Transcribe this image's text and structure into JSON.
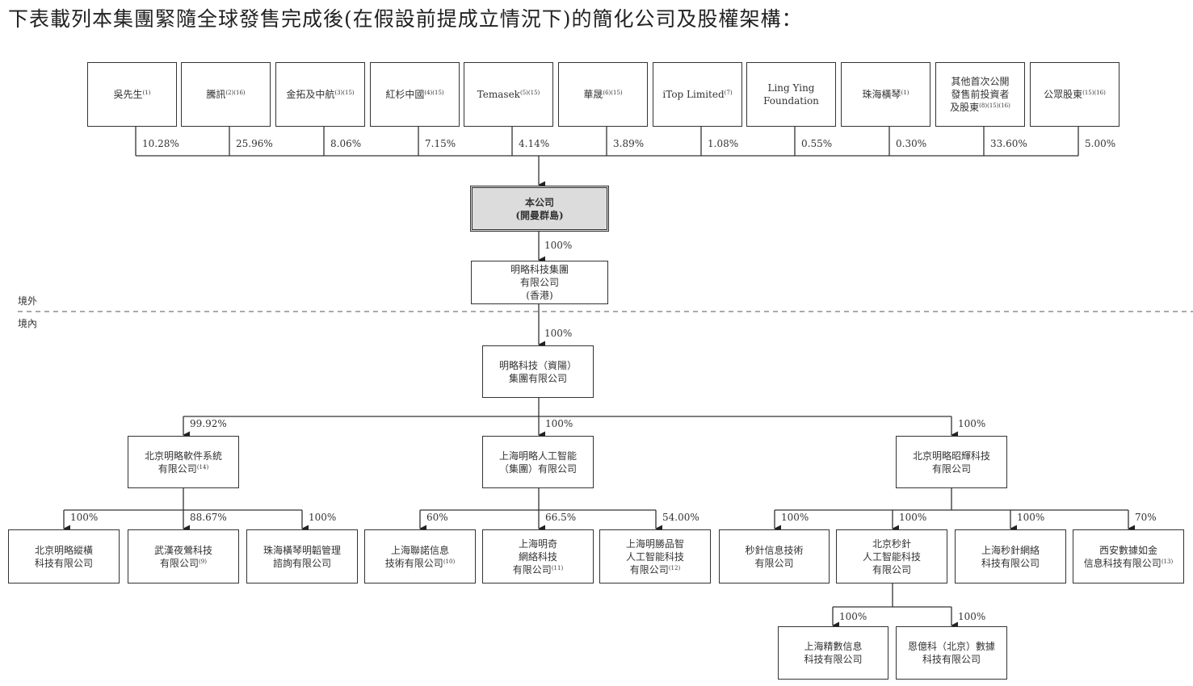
{
  "title": "下表載列本集團緊隨全球發售完成後(在假設前提成立情況下)的簡化公司及股權架構：",
  "zones": {
    "offshore": "境外",
    "onshore": "境內"
  },
  "shareholders": [
    {
      "name": "吳先生",
      "notes": "(1)",
      "pct": "10.28%"
    },
    {
      "name": "騰訊",
      "notes": "(2)(16)",
      "pct": "25.96%"
    },
    {
      "name": "金拓及中航",
      "notes": "(3)(15)",
      "pct": "8.06%"
    },
    {
      "name": "紅杉中國",
      "notes": "(4)(15)",
      "pct": "7.15%"
    },
    {
      "name": "Temasek",
      "notes": "(5)(15)",
      "pct": "4.14%"
    },
    {
      "name": "華晟",
      "notes": "(6)(15)",
      "pct": "3.89%"
    },
    {
      "name": "iTop Limited",
      "notes": "(7)",
      "pct": "1.08%"
    },
    {
      "name": "Ling Ying\nFoundation",
      "notes": "",
      "pct": "0.55%"
    },
    {
      "name": "珠海橫琴",
      "notes": "(1)",
      "pct": "0.30%"
    },
    {
      "name": "其他首次公開\n發售前投資者\n及股東",
      "notes": "(8)(15)(16)",
      "pct": "33.60%"
    },
    {
      "name": "公眾股東",
      "notes": "(15)(16)",
      "pct": "5.00%"
    }
  ],
  "company": {
    "name": "本公司\n(開曼群島)"
  },
  "hk": {
    "name": "明略科技集團\n有限公司\n(香港)",
    "pct": "100%"
  },
  "ziyang": {
    "name": "明略科技（資陽）\n集團有限公司",
    "pct": "100%"
  },
  "level3": [
    {
      "name": "北京明略軟件系統\n有限公司",
      "notes": "(14)",
      "pct": "99.92%"
    },
    {
      "name": "上海明略人工智能\n（集團）有限公司",
      "notes": "",
      "pct": "100%"
    },
    {
      "name": "北京明略昭輝科技\n有限公司",
      "notes": "",
      "pct": "100%"
    }
  ],
  "level4": [
    {
      "name": "北京明略縱橫\n科技有限公司",
      "notes": "",
      "pct": "100%"
    },
    {
      "name": "武漢夜鶯科技\n有限公司",
      "notes": "(9)",
      "pct": "88.67%"
    },
    {
      "name": "珠海橫琴明韜管理\n諮詢有限公司",
      "notes": "",
      "pct": "100%"
    },
    {
      "name": "上海聯諾信息\n技術有限公司",
      "notes": "(10)",
      "pct": "60%"
    },
    {
      "name": "上海明奇\n網絡科技\n有限公司",
      "notes": "(11)",
      "pct": "66.5%"
    },
    {
      "name": "上海明勝品智\n人工智能科技\n有限公司",
      "notes": "(12)",
      "pct": "54.00%"
    },
    {
      "name": "秒針信息技術\n有限公司",
      "notes": "",
      "pct": "100%"
    },
    {
      "name": "北京秒針\n人工智能科技\n有限公司",
      "notes": "",
      "pct": "100%"
    },
    {
      "name": "上海秒針網絡\n科技有限公司",
      "notes": "",
      "pct": "100%"
    },
    {
      "name": "西安數據如金\n信息科技有限公司",
      "notes": "(13)",
      "pct": "70%"
    }
  ],
  "level5": [
    {
      "name": "上海精數信息\n科技有限公司",
      "notes": "",
      "pct": "100%"
    },
    {
      "name": "恩億科（北京）數據\n科技有限公司",
      "notes": "",
      "pct": "100%"
    }
  ]
}
